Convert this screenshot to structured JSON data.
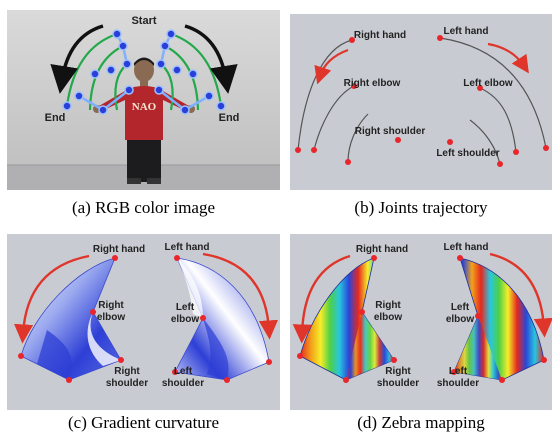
{
  "panels": {
    "a": {
      "caption": "(a) RGB color image",
      "labels": {
        "start": "Start",
        "end_left": "End",
        "end_right": "End"
      },
      "shirt_text": "NAO"
    },
    "b": {
      "caption": "(b) Joints trajectory",
      "labels": {
        "right_hand": "Right hand",
        "left_hand": "Left hand",
        "right_elbow": "Right elbow",
        "left_elbow": "Left elbow",
        "right_shoulder": "Right shoulder",
        "left_shoulder": "Left shoulder"
      }
    },
    "c": {
      "caption": "(c) Gradient curvature",
      "labels": {
        "right_hand": "Right hand",
        "left_hand": "Left hand",
        "right_elbow_1": "Right",
        "right_elbow_2": "elbow",
        "left_elbow_1": "Left",
        "left_elbow_2": "elbow",
        "right_shoulder_1": "Right",
        "right_shoulder_2": "shoulder",
        "left_shoulder_1": "Left",
        "left_shoulder_2": "shoulder"
      }
    },
    "d": {
      "caption": "(d) Zebra mapping",
      "labels": {
        "right_hand": "Right hand",
        "left_hand": "Left hand",
        "right_elbow_1": "Right",
        "right_elbow_2": "elbow",
        "left_elbow_1": "Left",
        "left_elbow_2": "elbow",
        "right_shoulder_1": "Right",
        "right_shoulder_2": "shoulder",
        "left_shoulder_1": "Left",
        "left_shoulder_2": "shoulder"
      }
    }
  },
  "colors": {
    "arrow_red": "#e0352a",
    "joint_red": "#e8262b",
    "arc_green": "#23a84b",
    "joint_blue": "#2a3fd8",
    "panel_gray": "#c8ccd2",
    "gradient_blue": "#2d3fd6"
  }
}
